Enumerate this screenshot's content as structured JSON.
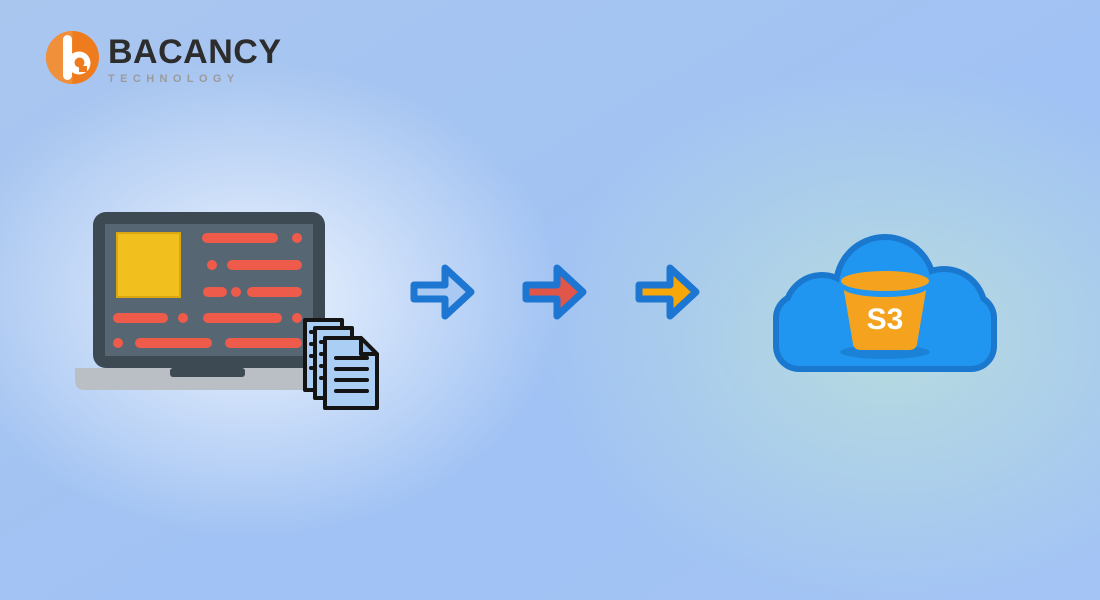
{
  "brand": {
    "name": "BACANCY",
    "subtitle": "TECHNOLOGY",
    "colors": {
      "logo_orange": "#ee7c1f",
      "logo_orange_light": "#f0903a",
      "name_text": "#2d2d2d",
      "subtitle_text": "#9b9b9b"
    }
  },
  "diagram": {
    "description": "Files transferring from a laptop to AWS S3 cloud storage",
    "icons": [
      "bacancy-logo-icon",
      "laptop-icon",
      "documents-icon",
      "arrow-right-icon",
      "cloud-icon",
      "s3-bucket-icon"
    ],
    "laptop": {
      "frame_color": "#3d4a54",
      "screen_color": "#566672",
      "accent_square_color": "#f2c01e",
      "accent_square_border": "#d9a810",
      "code_bar_color": "#ef5b4b",
      "base_color": "#b9bfc5"
    },
    "documents": {
      "count": 3,
      "fill": "#abcef4",
      "fold_fill": "#93bdf0",
      "outline": "#141414"
    },
    "arrows": [
      {
        "id": "arrow-1",
        "fill": "#a9c9f2",
        "outline": "#1d76d2"
      },
      {
        "id": "arrow-2",
        "fill": "#e2564a",
        "outline": "#1d76d2"
      },
      {
        "id": "arrow-3",
        "fill": "#f7a707",
        "outline": "#1d76d2"
      }
    ],
    "cloud": {
      "fill": "#2196f0",
      "outline": "#1a78cf",
      "bucket": {
        "fill": "#f5a31f",
        "shadow": "#1b82d8",
        "label": "S3",
        "label_color": "#ffffff"
      }
    }
  }
}
